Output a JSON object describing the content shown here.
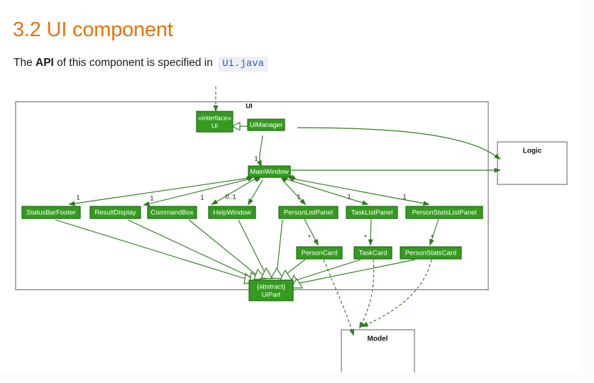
{
  "heading": {
    "text": "3.2 UI component"
  },
  "paragraph": {
    "before": "The ",
    "strong": "API",
    "middle": " of this component is specified in ",
    "code": "Ui.java"
  },
  "diagram": {
    "type": "uml-class-diagram",
    "package_label": "UI",
    "colors": {
      "class_fill": "#349b1e",
      "class_stroke": "#1d6b10",
      "edge": "#2e7d1f",
      "accent_heading": "#e8710a",
      "code_text": "#2f55d4",
      "code_bg": "#eef0f6"
    },
    "external_components": [
      {
        "name": "Logic",
        "label": "Logic"
      },
      {
        "name": "Model",
        "label": "Model"
      }
    ],
    "classes": [
      {
        "id": "ui_interface",
        "line1": "«interface»",
        "line2": "Ui"
      },
      {
        "id": "ui_manager",
        "line1": "UiManager"
      },
      {
        "id": "main_window",
        "line1": "MainWindow"
      },
      {
        "id": "status_bar_footer",
        "line1": "StatusBarFooter"
      },
      {
        "id": "result_display",
        "line1": "ResultDisplay"
      },
      {
        "id": "command_box",
        "line1": "CommandBox"
      },
      {
        "id": "help_window",
        "line1": "HelpWindow"
      },
      {
        "id": "person_list_panel",
        "line1": "PersonListPanel"
      },
      {
        "id": "task_list_panel",
        "line1": "TaskListPanel"
      },
      {
        "id": "person_stats_list_panel",
        "line1": "PersonStatsListPanel"
      },
      {
        "id": "person_card",
        "line1": "PersonCard"
      },
      {
        "id": "task_card",
        "line1": "TaskCard"
      },
      {
        "id": "person_stats_card",
        "line1": "PersonStatsCard"
      },
      {
        "id": "ui_part",
        "line1": "{abstract}",
        "line2": "UiPart"
      }
    ],
    "multiplicities": {
      "ui_manager_main_window": "1",
      "main_window_status_bar_footer": "1",
      "main_window_result_display": "1",
      "main_window_command_box": "1",
      "main_window_help_window": "0..1",
      "main_window_person_list_panel": "1",
      "main_window_task_list_panel": "1",
      "main_window_person_stats_list_panel": "1",
      "person_list_panel_person_card": "*",
      "task_list_panel_task_card": "*",
      "person_stats_list_panel_person_stats_card": "*"
    }
  }
}
